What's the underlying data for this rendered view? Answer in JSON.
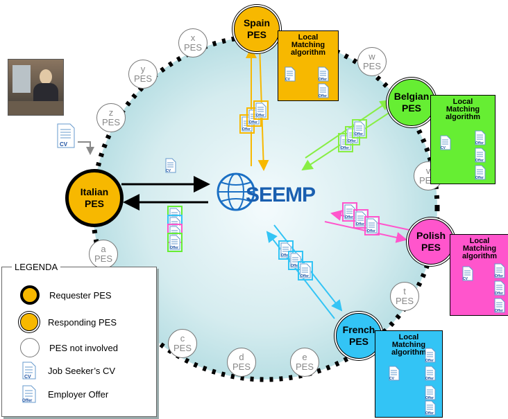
{
  "center": {
    "logo_text": "SEEMP"
  },
  "requester": {
    "line1": "Italian",
    "line2": "PES"
  },
  "responding": [
    {
      "id": "spain",
      "line1": "Spain",
      "line2": "PES",
      "color": "#f7b800"
    },
    {
      "id": "belgian",
      "line1": "Belgian",
      "line2": "PES",
      "color": "#66ee33"
    },
    {
      "id": "polish",
      "line1": "Polish",
      "line2": "PES",
      "color": "#ff55cc"
    },
    {
      "id": "french",
      "line1": "French",
      "line2": "PES",
      "color": "#33c4f5"
    }
  ],
  "others": [
    {
      "id": "x",
      "letter": "x",
      "label": "PES"
    },
    {
      "id": "y",
      "letter": "y",
      "label": "PES"
    },
    {
      "id": "z",
      "letter": "z",
      "label": "PES"
    },
    {
      "id": "w",
      "letter": "w",
      "label": "PES"
    },
    {
      "id": "v",
      "letter": "v",
      "label": "PES"
    },
    {
      "id": "t",
      "letter": "t",
      "label": "PES"
    },
    {
      "id": "a",
      "letter": "a",
      "label": "PES"
    },
    {
      "id": "c",
      "letter": "c",
      "label": "PES"
    },
    {
      "id": "d",
      "letter": "d",
      "label": "PES"
    },
    {
      "id": "e",
      "letter": "e",
      "label": "PES"
    }
  ],
  "local_box": {
    "line1": "Local",
    "line2": "Matching",
    "line3": "algorithm"
  },
  "doc_labels": {
    "cv": "CV",
    "offer": "Offer"
  },
  "legend": {
    "title": "LEGENDA",
    "items": [
      {
        "icon": "requester-circle-icon",
        "label": "Requester PES"
      },
      {
        "icon": "responding-circle-icon",
        "label": "Responding PES"
      },
      {
        "icon": "not-involved-circle-icon",
        "label": "PES not involved"
      },
      {
        "icon": "cv-document-icon",
        "label": "Job Seeker’s CV"
      },
      {
        "icon": "offer-document-icon",
        "label": "Employer Offer"
      }
    ]
  }
}
